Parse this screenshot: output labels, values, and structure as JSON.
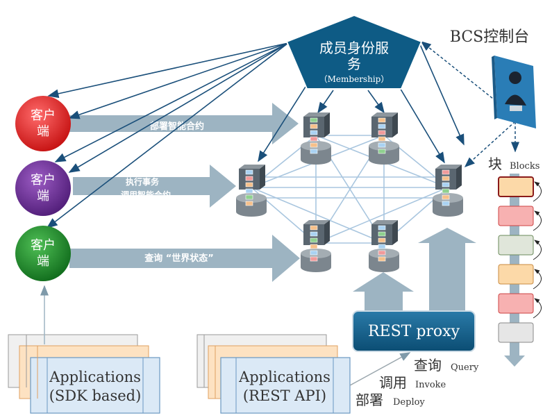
{
  "membership": {
    "line1": "成员身份服",
    "line2": "务",
    "line3": "（Membership）"
  },
  "bcs_console": {
    "label": "BCS控制台"
  },
  "blocks": {
    "cn": "块",
    "en": "Blocks"
  },
  "clients": [
    {
      "label_line1": "客户",
      "label_line2": "端",
      "color": "#dd1d1d"
    },
    {
      "label_line1": "客户",
      "label_line2": "端",
      "color": "#6a2a96"
    },
    {
      "label_line1": "客户",
      "label_line2": "端",
      "color": "#1f8a2a"
    }
  ],
  "arrows": {
    "deploy": "部署智能合约",
    "execute_line1": "执行事务",
    "execute_line2": "调用智能合约",
    "query": "查询 “世界状态”"
  },
  "rest_proxy": {
    "label": "REST proxy"
  },
  "apps_sdk": {
    "line1": "Applications",
    "line2": "(SDK based)"
  },
  "apps_rest": {
    "line1": "Applications",
    "line2": "(REST API)"
  },
  "operations": [
    {
      "cn": "查询",
      "en": "Query"
    },
    {
      "cn": "调用",
      "en": "Invoke"
    },
    {
      "cn": "部署",
      "en": "Deploy"
    }
  ],
  "colors": {
    "membership": "#0e5b85",
    "rest_proxy": "#0e5b85",
    "arrow": "#9db4c2",
    "node_dark": "#5a6670",
    "node_light": "#8d969d",
    "mesh": "#a9c6df",
    "dark_arrow": "#1a4f7a"
  }
}
